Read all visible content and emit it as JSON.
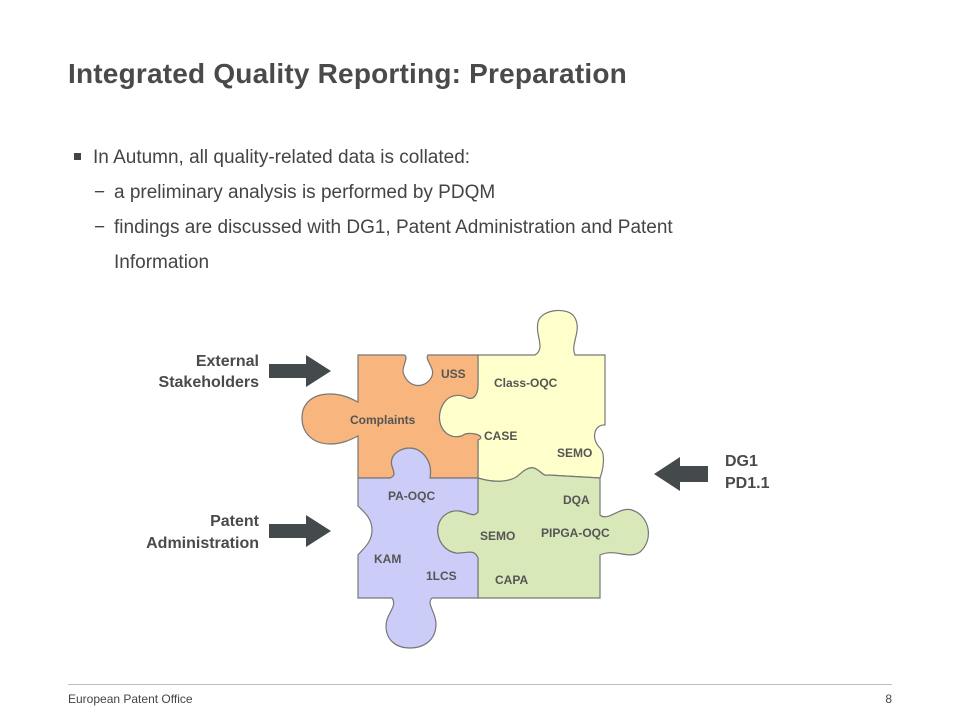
{
  "slide": {
    "title": "Integrated Quality Reporting: Preparation",
    "bullet": "In Autumn, all quality-related data is collated:",
    "sub_bullets": [
      "a preliminary analysis is performed by PDQM",
      "findings are discussed with DG1, Patent Administration and Patent",
      "Information"
    ],
    "sub_marker": "−"
  },
  "diagram": {
    "left_labels": {
      "external_1": "External",
      "external_2": "Stakeholders",
      "patent_1": "Patent",
      "patent_2": "Administration"
    },
    "right_labels": {
      "dg1": "DG1",
      "pd": "PD1.1"
    },
    "pieces": {
      "orange": {
        "color": "#f8b57d",
        "labels": [
          "USS",
          "Complaints"
        ]
      },
      "yellow": {
        "color": "#ffffcc",
        "labels": [
          "Class-OQC",
          "CASE",
          "SEMO"
        ]
      },
      "blue": {
        "color": "#ccccf8",
        "labels": [
          "PA-OQC",
          "KAM",
          "1LCS"
        ]
      },
      "green": {
        "color": "#d9e8b8",
        "labels": [
          "DQA",
          "SEMO",
          "PIPGA-OQC",
          "CAPA"
        ]
      }
    },
    "arrow_color": "#444a4c"
  },
  "footer": {
    "org": "European Patent Office",
    "page": "8"
  }
}
